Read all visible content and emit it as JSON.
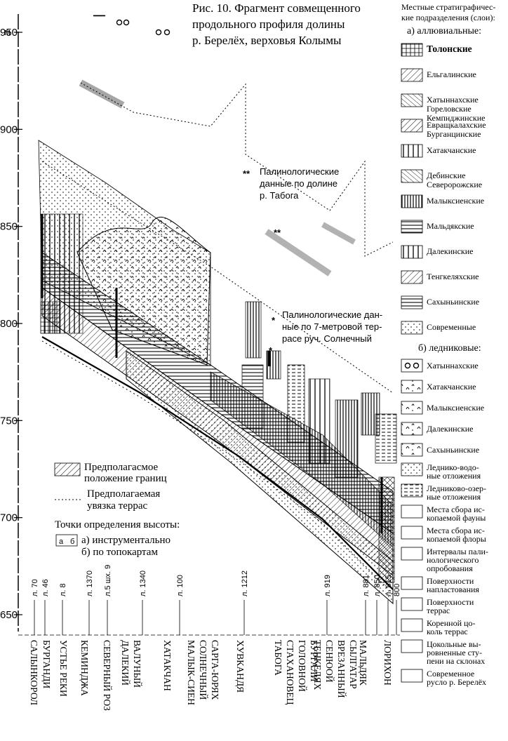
{
  "title": {
    "lines": [
      "Рис. 10. Фрагмент совмещенного",
      "продольного профиля долины",
      "р. Берелёх, верховья Колымы"
    ]
  },
  "axis": {
    "unit": "м",
    "ticks": [
      950,
      900,
      850,
      800,
      750,
      700,
      650
    ]
  },
  "annotations": {
    "tabora": {
      "symbol": "**",
      "lines": [
        "Палинологические",
        "данные по долине",
        "р. Табога"
      ]
    },
    "tabora_mark": "**",
    "solnechny": {
      "symbol": "*",
      "lines": [
        "Палинологические дан-",
        "ные по 7-метровой тер-",
        "расе руч. Солнечный"
      ]
    },
    "solnechny_mark": "*"
  },
  "profile_legend": {
    "boundary": [
      "Предполагасмое",
      "положение границ"
    ],
    "terrace_link": [
      "Предполагаемая",
      "увязка террас"
    ],
    "height_points_title": "Точки определения высоты:",
    "height_points": [
      "а) инструментально",
      "б) по топокартам"
    ],
    "height_symbol_a": "а",
    "height_symbol_b": "б"
  },
  "legend": {
    "title": [
      "Местные стратиграфичес-",
      "кие подразделения (слои):"
    ],
    "alluvial_header": "а) аллювиальные:",
    "alluvial": [
      {
        "label": [
          "Толонские"
        ],
        "style": "bold"
      },
      {
        "label": [
          "Ельгалинские"
        ]
      },
      {
        "label": [
          "Хатыннахские",
          "Гореловские",
          "Кемпнджинские"
        ]
      },
      {
        "label": [
          "Евращкалахские",
          "Бурганцинские"
        ]
      },
      {
        "label": [
          "Хатакчанские"
        ]
      },
      {
        "label": [
          "Дебинские",
          "Северорожские"
        ]
      },
      {
        "label": [
          "Малыксиенские"
        ]
      },
      {
        "label": [
          "Мальдякские"
        ]
      },
      {
        "label": [
          "Далекинские"
        ]
      },
      {
        "label": [
          "Тенгкеляхские"
        ]
      },
      {
        "label": [
          "Сахыньинские"
        ]
      },
      {
        "label": [
          "Современные"
        ]
      }
    ],
    "glacial_header": "б) ледниковые:",
    "glacial": [
      {
        "label": [
          "Хатыннахские"
        ]
      },
      {
        "label": [
          "Хатакчанские"
        ]
      },
      {
        "label": [
          "Малыксиенские"
        ]
      },
      {
        "label": [
          "Далекинские"
        ]
      },
      {
        "label": [
          "Сахыньинские"
        ]
      }
    ],
    "other": [
      {
        "label": [
          "Леднико-водо-",
          "ные отложения"
        ]
      },
      {
        "label": [
          "Ледниково-озер-",
          "ные отложения"
        ]
      },
      {
        "label": [
          "Места сбора ис-",
          "копаемой фауны"
        ]
      },
      {
        "label": [
          "Места сбора ис-",
          "копаемой флоры"
        ]
      },
      {
        "label": [
          "Интервалы пали-",
          "нологического",
          "опробования"
        ]
      },
      {
        "label": [
          "Поверхности",
          "напластования"
        ]
      },
      {
        "label": [
          "Поверхности",
          "террас"
        ]
      },
      {
        "label": [
          "Коренной цо-",
          "коль террас"
        ]
      },
      {
        "label": [
          "Цокольные вы-",
          "ровненные сту-",
          "пени на склонах"
        ]
      },
      {
        "label": [
          "Современное",
          "русло р. Берелёх"
        ]
      }
    ]
  },
  "points": [
    "л. 70",
    "л. 46",
    "л. 8",
    "л. 1370",
    "л.5 шх. 9",
    "л. 1340",
    "л. 100",
    "л. 1212",
    "л. 919",
    "л. 881",
    "л. 850",
    "л. 815",
    "800"
  ],
  "bottom_labels": [
    [
      "САЛЫНКОРОЛ"
    ],
    [
      "БУРГАНДИ"
    ],
    [
      "УСТЬЕ РЕКИ"
    ],
    [
      "КЕМИНДЖА"
    ],
    [
      "СЕВЕРНЫЙ РОЗ"
    ],
    [
      "ДАЛЕКИЙ",
      "ВАЛУНЫЙ"
    ],
    [
      "ХАТАКЧАН"
    ],
    [
      "МАЛЫК-СИЕН",
      "СОЛНЕЧНЫЙ",
      "САРГА-ЮРЯХ"
    ],
    [
      "ХУВКАНДЯ"
    ],
    [
      "ТАБОГА",
      "СТАХАНОВЕЦ",
      "ГОЛОВНОЙ",
      "БУРГАЛИ"
    ],
    [
      "ТЕНКЕЛЯХ",
      "СЕНЮОЙ",
      "ВРЕЗАННЫЙ",
      "СЫЛГАТАР"
    ],
    [
      "МАЛЬДЯК"
    ],
    [
      "ЛОРИХОН"
    ]
  ]
}
